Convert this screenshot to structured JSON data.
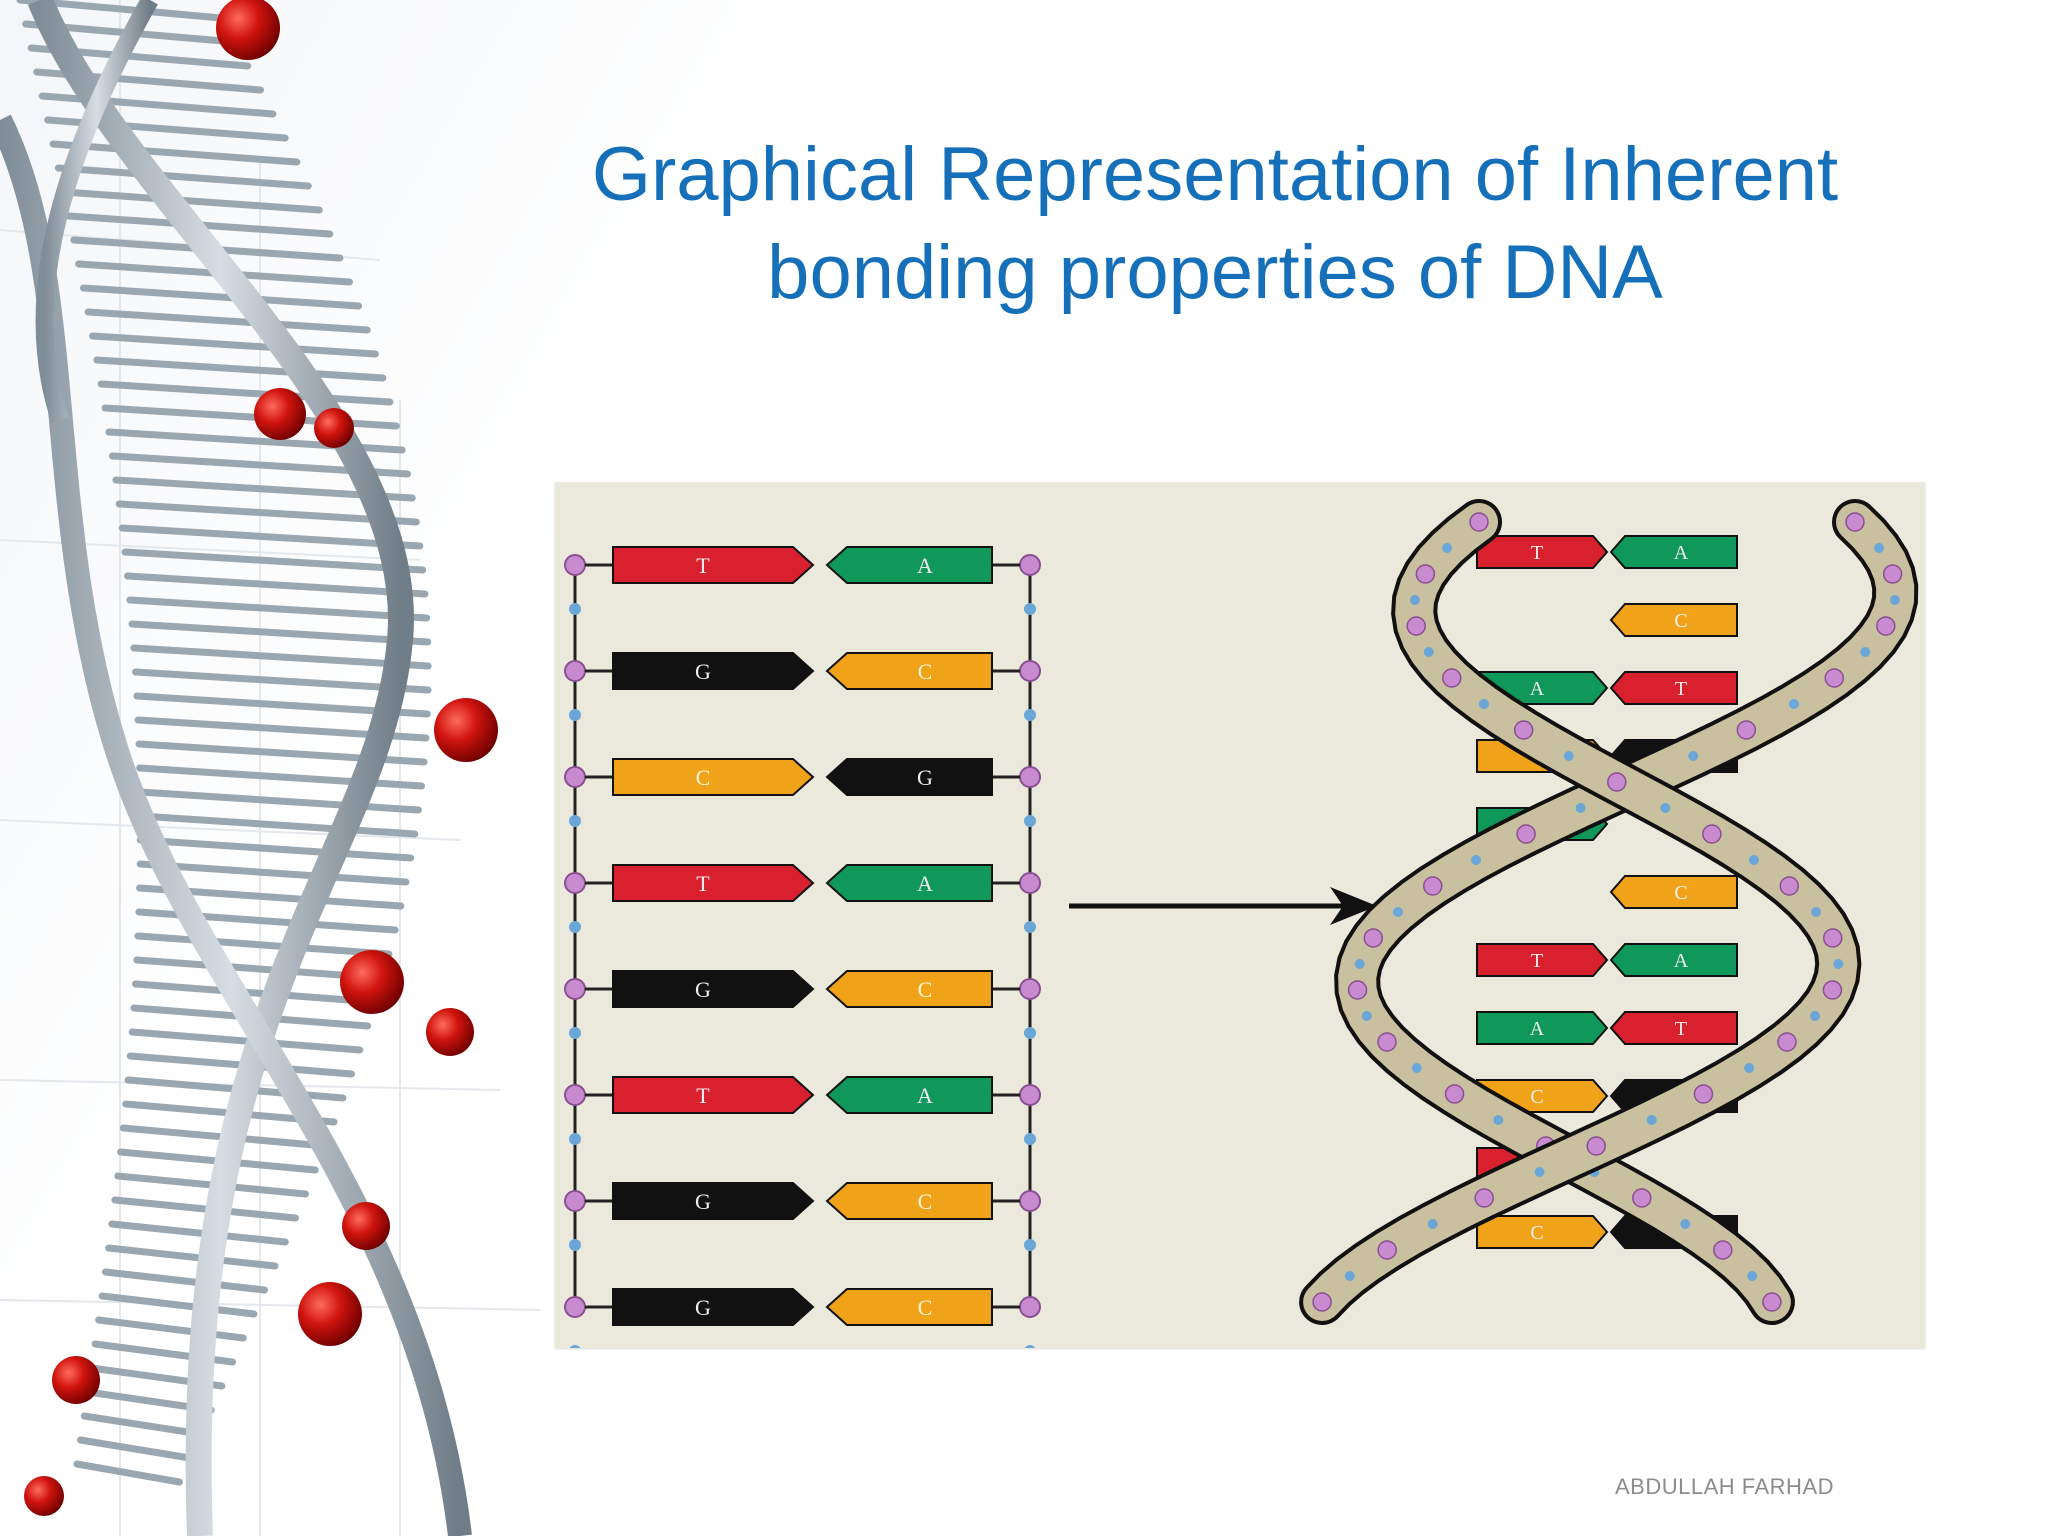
{
  "slide": {
    "title_line1": "Graphical Representation of Inherent",
    "title_line2": "bonding properties of DNA",
    "footer": "ABDULLAH FARHAD"
  },
  "figure": {
    "ladder_pairs": [
      {
        "left": "T",
        "right": "A"
      },
      {
        "left": "G",
        "right": "C"
      },
      {
        "left": "C",
        "right": "G"
      },
      {
        "left": "T",
        "right": "A"
      },
      {
        "left": "G",
        "right": "C"
      },
      {
        "left": "T",
        "right": "A"
      },
      {
        "left": "G",
        "right": "C"
      },
      {
        "left": "G",
        "right": "C"
      }
    ],
    "helix_pairs": [
      {
        "left": "T",
        "right": "A"
      },
      {
        "left": "",
        "right": "C"
      },
      {
        "left": "A",
        "right": "T"
      },
      {
        "left": "C",
        "right": "G"
      },
      {
        "left": "A",
        "right": ""
      },
      {
        "left": "",
        "right": "C"
      },
      {
        "left": "T",
        "right": "A"
      },
      {
        "left": "A",
        "right": "T"
      },
      {
        "left": "C",
        "right": "G"
      },
      {
        "left": "T",
        "right": ""
      },
      {
        "left": "C",
        "right": "G"
      }
    ],
    "base_colors": {
      "T": "#d9202f",
      "A": "#10975a",
      "G": "#111111",
      "C": "#f0a318"
    }
  }
}
